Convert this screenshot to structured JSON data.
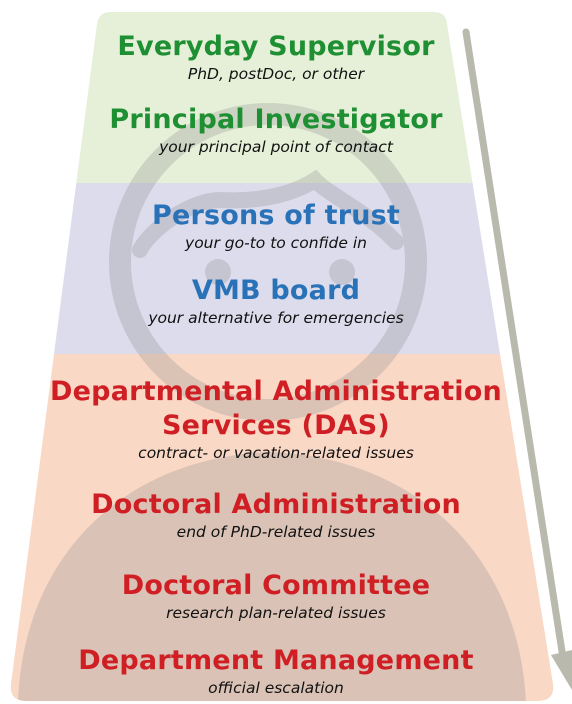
{
  "colors": {
    "tier_top": "#e6f0d9",
    "tier_middle": "#dcdcec",
    "tier_bottom": "#f9d8c6",
    "title_green": "#1e8f32",
    "title_blue": "#2a72b8",
    "title_red": "#d01f24",
    "watermark": "#8c8c8c",
    "arrow": "#b9b9ae"
  },
  "watermark_icon": "person-icon",
  "escalation_arrow_icon": "down-right-arrow-icon",
  "tiers": {
    "academic": {
      "everyday_supervisor": {
        "title": "Everyday Supervisor",
        "subtitle": "PhD, postDoc, or other"
      },
      "principal_investigator": {
        "title": "Principal Investigator",
        "subtitle": "your principal point of contact"
      }
    },
    "confidential": {
      "persons_of_trust": {
        "title": "Persons of trust",
        "subtitle": "your go-to to confide in"
      },
      "vmb_board": {
        "title": "VMB board",
        "subtitle": "your alternative for emergencies"
      }
    },
    "administrative": {
      "das": {
        "title_line1": "Departmental Administration",
        "title_line2": "Services (DAS)",
        "subtitle": "contract- or vacation-related issues"
      },
      "doctoral_administration": {
        "title": "Doctoral Administration",
        "subtitle": "end of PhD-related issues"
      },
      "doctoral_committee": {
        "title": "Doctoral Committee",
        "subtitle": "research plan-related issues"
      },
      "department_management": {
        "title": "Department Management",
        "subtitle": "official escalation"
      }
    }
  }
}
